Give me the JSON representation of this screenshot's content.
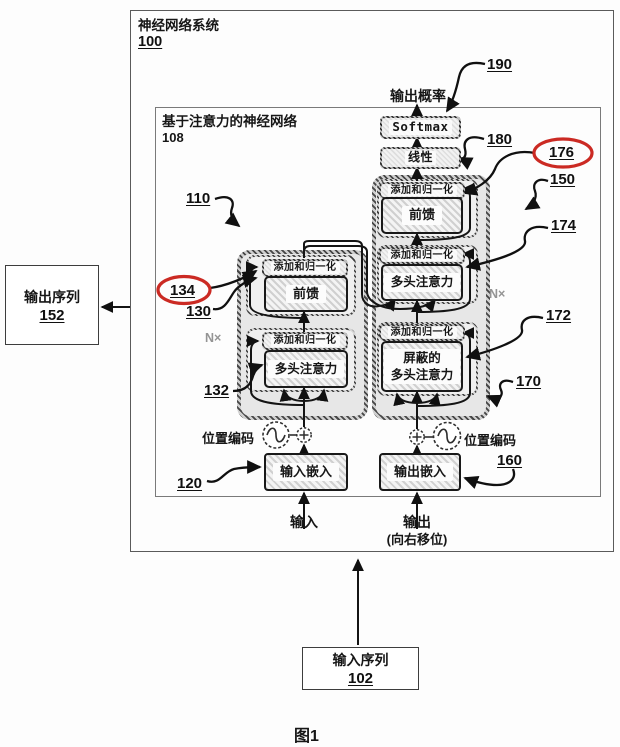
{
  "titles": {
    "system": "神经网络系统",
    "system_ref": "100",
    "network": "基于注意力的神经网络",
    "network_ref": "108",
    "figure_caption": "图1"
  },
  "labels": {
    "output_probability": "输出概率",
    "softmax": "Softmax",
    "linear": "线性",
    "add_norm": "添加和归一化",
    "feed_forward": "前馈",
    "multi_head_attention": "多头注意力",
    "masked_line1": "屏蔽的",
    "masked_line2": "多头注意力",
    "n_times": "N×",
    "positional_encoding": "位置编码",
    "input_embedding": "输入嵌入",
    "output_embedding": "输出嵌入",
    "input": "输入",
    "output": "输出",
    "output_shifted": "(向右移位)"
  },
  "side_boxes": {
    "output_sequence": {
      "title": "输出序列",
      "ref": "152"
    },
    "input_sequence": {
      "title": "输入序列",
      "ref": "102"
    }
  },
  "refs": {
    "r110": "110",
    "r120": "120",
    "r130": "130",
    "r132": "132",
    "r134": "134",
    "r150": "150",
    "r160": "160",
    "r170": "170",
    "r172": "172",
    "r174": "174",
    "r176": "176",
    "r180": "180",
    "r190": "190"
  },
  "colors": {
    "highlight_red": "#cb2a23",
    "line": "#141414",
    "stack_fill": "#e7e7e7"
  }
}
